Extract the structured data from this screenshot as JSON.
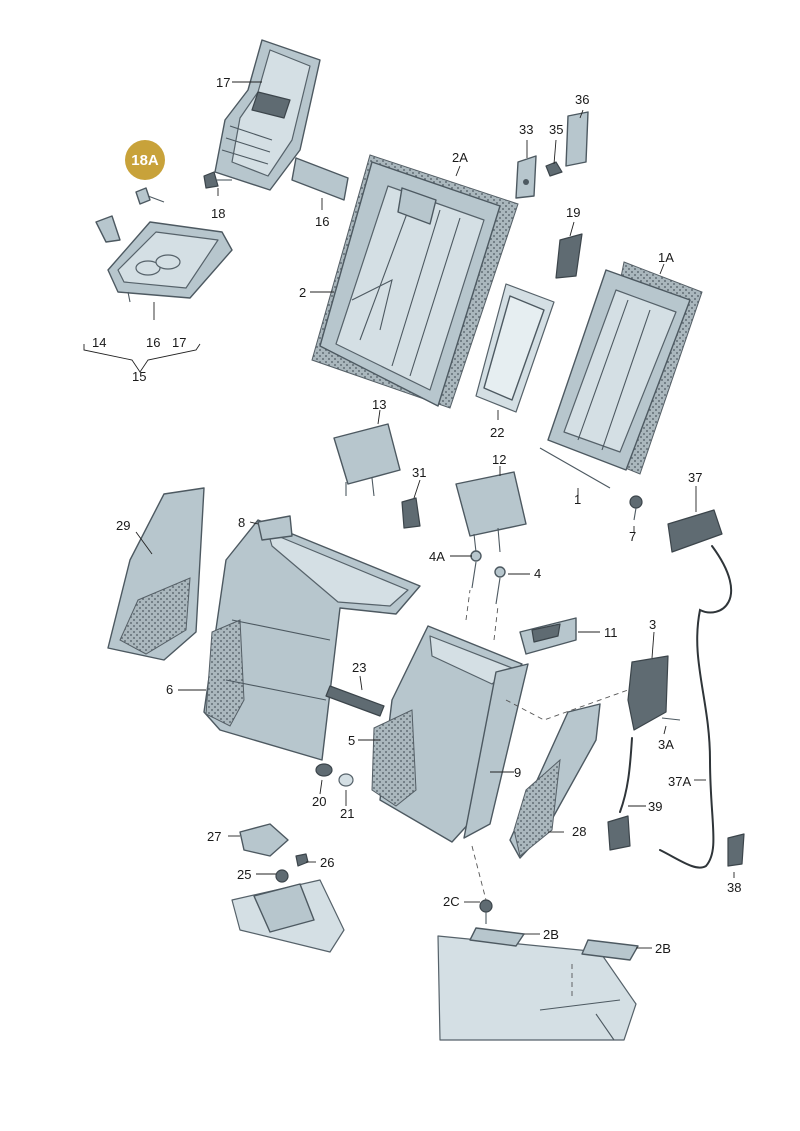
{
  "diagram": {
    "highlight": {
      "label": "18A",
      "color": "#c8a23a"
    },
    "labels": {
      "p1": "1",
      "p1A": "1A",
      "p2": "2",
      "p2A": "2A",
      "p2B_a": "2B",
      "p2B_b": "2B",
      "p2C": "2C",
      "p3": "3",
      "p3A": "3A",
      "p4": "4",
      "p4A": "4A",
      "p5": "5",
      "p6": "6",
      "p7": "7",
      "p8": "8",
      "p9": "9",
      "p11": "11",
      "p12": "12",
      "p13": "13",
      "p14": "14",
      "p15": "15",
      "p16a": "16",
      "p16b": "16",
      "p17a": "17",
      "p17b": "17",
      "p18": "18",
      "p19": "19",
      "p20": "20",
      "p21": "21",
      "p22": "22",
      "p23": "23",
      "p25": "25",
      "p26": "26",
      "p27": "27",
      "p28": "28",
      "p29": "29",
      "p31": "31",
      "p33": "33",
      "p35": "35",
      "p36": "36",
      "p37": "37",
      "p37A": "37A",
      "p38": "38",
      "p39": "39"
    },
    "colors": {
      "part": "#b7c6cd",
      "outline": "#4d5961",
      "foam": "#8a969d"
    }
  }
}
